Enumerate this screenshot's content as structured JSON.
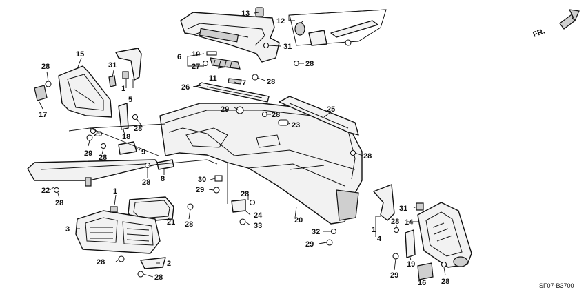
{
  "diagram_code": "SF07-B3700",
  "direction_label": "FR.",
  "callouts": {
    "c1a": "1",
    "c1b": "1",
    "c1c": "1",
    "c2": "2",
    "c3": "3",
    "c4": "4",
    "c5": "5",
    "c6": "6",
    "c7": "7",
    "c8": "8",
    "c9": "9",
    "c10": "10",
    "c11": "11",
    "c12": "12",
    "c13": "13",
    "c14": "14",
    "c15": "15",
    "c16": "16",
    "c17": "17",
    "c18": "18",
    "c19": "19",
    "c20": "20",
    "c21": "21",
    "c22": "22",
    "c23": "23",
    "c24": "24",
    "c25": "25",
    "c26": "26",
    "c27": "27",
    "c28a": "28",
    "c28b": "28",
    "c28c": "28",
    "c28d": "28",
    "c28e": "28",
    "c28f": "28",
    "c28g": "28",
    "c28h": "28",
    "c28i": "28",
    "c28j": "28",
    "c28k": "28",
    "c28l": "28",
    "c28m": "28",
    "c28n": "28",
    "c28o": "28",
    "c29a": "29",
    "c29b": "29",
    "c29c": "29",
    "c29d": "29",
    "c29e": "29",
    "c29f": "29",
    "c30": "30",
    "c31a": "31",
    "c31b": "31",
    "c31c": "31",
    "c32": "32",
    "c33": "33"
  }
}
